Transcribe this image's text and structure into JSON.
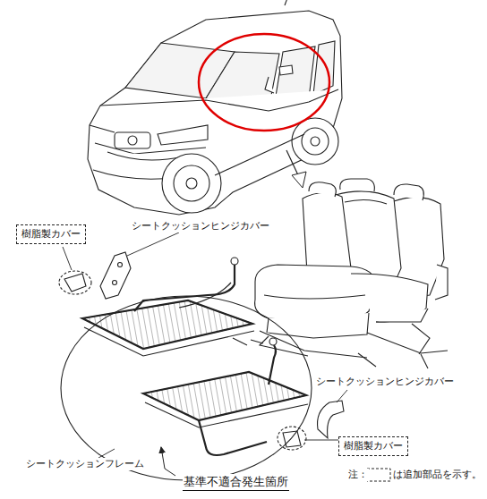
{
  "diagram": {
    "nodes": [
      {
        "text": [
          "樹脂製カバー"
        ]
      },
      {
        "text": [
          "樹脂製カバー"
        ]
      }
    ],
    "labels": [
      "シートクッションヒンジカバー",
      "シートクッションヒンジカバー",
      "シートクッションフレーム",
      "基準不適合発生箇所",
      "注：",
      "は追加部品を示す。"
    ]
  }
}
